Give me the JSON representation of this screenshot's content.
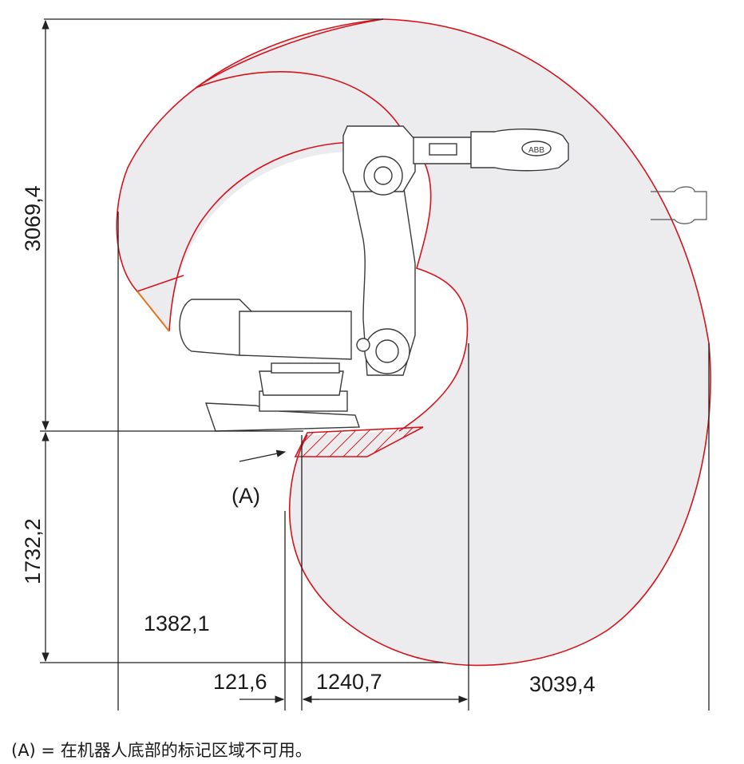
{
  "dimensions": {
    "height_upper": "3069,4",
    "height_lower": "1732,2",
    "reach_left": "1382,1",
    "base_offset": "121,6",
    "inner_reach": "1240,7",
    "outer_reach": "3039,4"
  },
  "callout": {
    "label": "(A)"
  },
  "caption": "(A) = 在机器人底部的标记区域不可用。",
  "logo_text": "ABB",
  "colors": {
    "envelope_stroke": "#d4141c",
    "envelope_fill": "#ececef",
    "robot_line": "#3a3a3a",
    "orange_segment": "#e8731a",
    "dimension_line": "#222222"
  }
}
